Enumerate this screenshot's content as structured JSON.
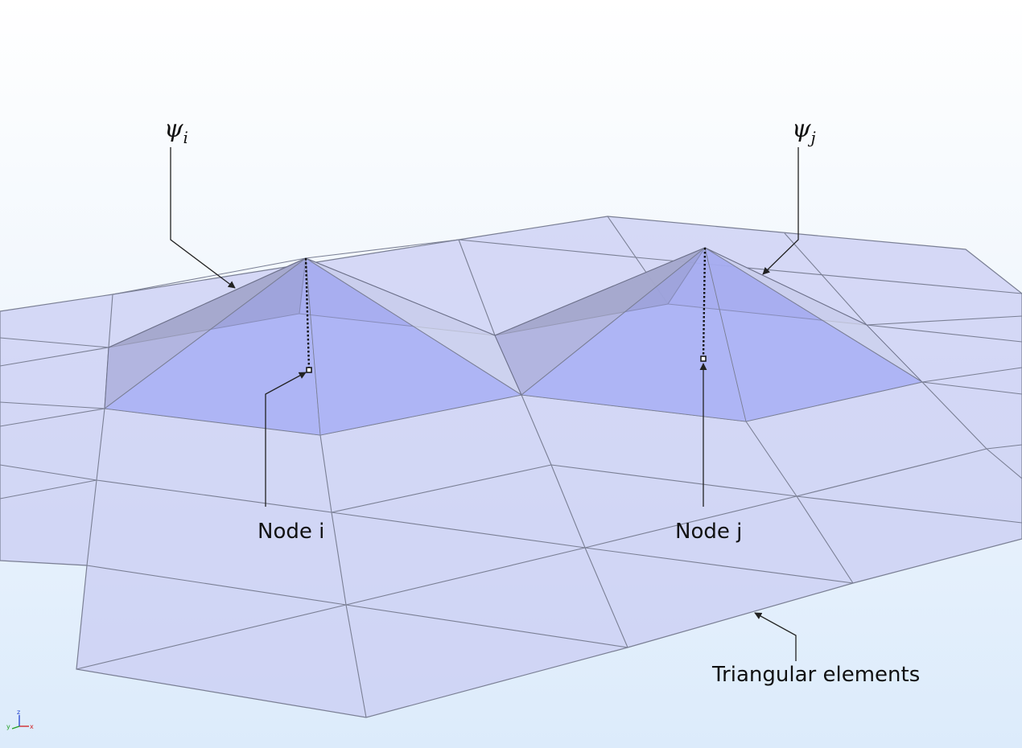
{
  "labels": {
    "psi_i": {
      "symbol": "ψ",
      "subscript": "i"
    },
    "psi_j": {
      "symbol": "ψ",
      "subscript": "j"
    },
    "node_i": "Node i",
    "node_j": "Node j",
    "elements": "Triangular elements"
  },
  "triad": {
    "x": "x",
    "y": "y",
    "z": "z"
  },
  "colors": {
    "mesh_fill": "#c9ccf2",
    "mesh_line": "#7a7f94",
    "basis_fill": "#a8b0f5",
    "pyramid_dark": "#8d90b8",
    "pyramid_light": "#d6d9ec",
    "leader": "#222222",
    "axis_x": "#d02020",
    "axis_y": "#20a020",
    "axis_z": "#2040d0"
  }
}
